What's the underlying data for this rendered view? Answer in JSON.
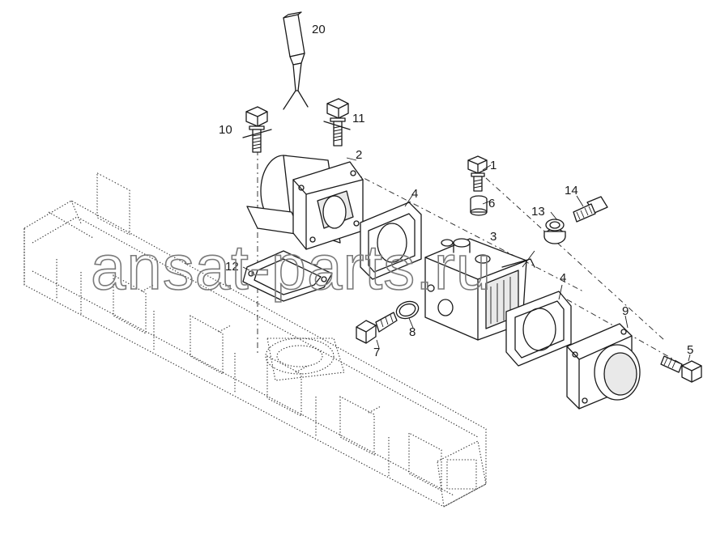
{
  "watermark": "ansat-parts.ru",
  "corner_mark": "",
  "callouts": [
    "1",
    "2",
    "3",
    "4",
    "4",
    "5",
    "6",
    "7",
    "8",
    "9",
    "10",
    "11",
    "12",
    "13",
    "14",
    "20"
  ],
  "parts": [
    {
      "id": "part-1",
      "callout": "1",
      "icon": "bolt-icon"
    },
    {
      "id": "part-2",
      "callout": "2",
      "icon": "elbow-housing-icon"
    },
    {
      "id": "part-3",
      "callout": "3",
      "icon": "valve-housing-icon"
    },
    {
      "id": "part-4a",
      "callout": "4",
      "icon": "gasket-icon"
    },
    {
      "id": "part-4b",
      "callout": "4",
      "icon": "gasket-icon"
    },
    {
      "id": "part-5",
      "callout": "5",
      "icon": "bolt-icon"
    },
    {
      "id": "part-6",
      "callout": "6",
      "icon": "bushing-icon"
    },
    {
      "id": "part-7",
      "callout": "7",
      "icon": "plug-icon"
    },
    {
      "id": "part-8",
      "callout": "8",
      "icon": "o-ring-icon"
    },
    {
      "id": "part-9",
      "callout": "9",
      "icon": "flange-icon"
    },
    {
      "id": "part-10",
      "callout": "10",
      "icon": "bolt-icon"
    },
    {
      "id": "part-11",
      "callout": "11",
      "icon": "bolt-icon"
    },
    {
      "id": "part-12",
      "callout": "12",
      "icon": "gasket-icon"
    },
    {
      "id": "part-13",
      "callout": "13",
      "icon": "plug-icon"
    },
    {
      "id": "part-14",
      "callout": "14",
      "icon": "stud-icon"
    },
    {
      "id": "part-20",
      "callout": "20",
      "icon": "sealant-tube-icon"
    }
  ],
  "reference_part": {
    "icon": "exhaust-manifold-icon"
  }
}
